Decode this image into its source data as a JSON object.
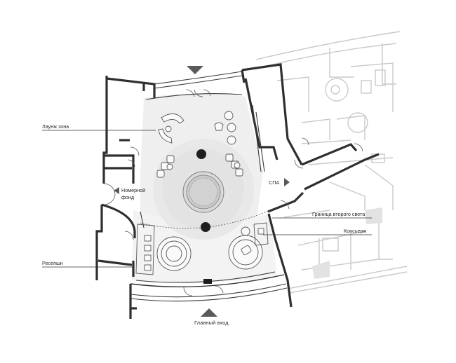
{
  "plan": {
    "labels": {
      "lounge": "Лаунж зона",
      "room_fund_line1": "Номерной",
      "room_fund_line2": "фонд",
      "spa": "СПА",
      "second_light_border": "Граница второго света",
      "concierge": "Консьерж",
      "reception": "Ресепшн",
      "main_entrance": "Главный вход"
    },
    "colors": {
      "wall": "#2f2f2f",
      "context_wall": "#c9c9c9",
      "floor_shade": "#ededed",
      "column": "#1e1e1e",
      "arrow": "#5a5a5a",
      "text": "#2b2b2b",
      "background": "#ffffff"
    },
    "icons": {
      "entrance_arrow": "triangle-down-arrow",
      "exit_arrow": "triangle-up-arrow",
      "spa_arrow": "triangle-right-arrow",
      "room_fund_arrow": "triangle-left-arrow"
    }
  }
}
